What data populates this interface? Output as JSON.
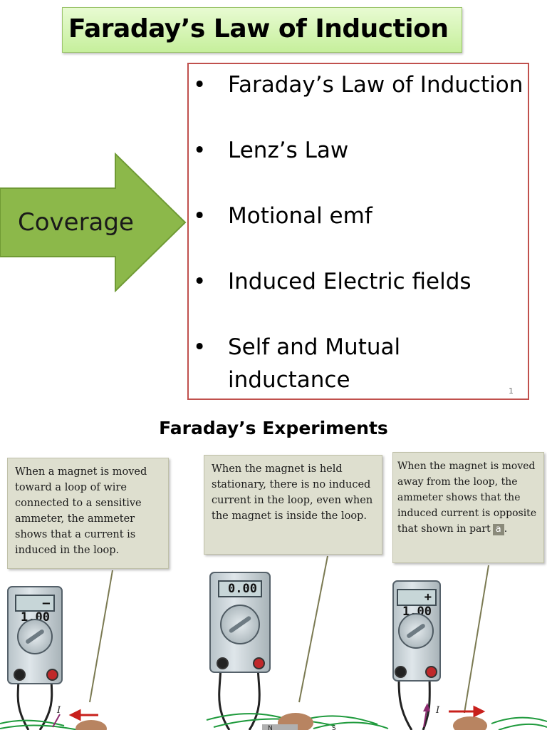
{
  "title": "Faraday’s Law of Induction",
  "arrow": {
    "label": "Coverage",
    "color": "#8cb84a"
  },
  "coverage_list": [
    {
      "bullet": "•",
      "text": "Faraday’s Law of Induction"
    },
    {
      "bullet": "•",
      "text": "Lenz’s Law"
    },
    {
      "bullet": "•",
      "text": "Motional emf"
    },
    {
      "bullet": "•",
      "text": "Induced Electric fields"
    },
    {
      "bullet": "•",
      "text": "Self and Mutual inductance"
    }
  ],
  "page_number": "1",
  "experiments": {
    "title": "Faraday’s Experiments",
    "panels": [
      {
        "caption": "When a magnet is moved toward a loop of wire connected to a sensitive ammeter, the ammeter shows that a current is induced in the loop.",
        "reading": "– 1.00"
      },
      {
        "caption": "When the magnet is held stationary, there is no induced current in the loop, even when the magnet is inside the loop.",
        "reading": "0.00"
      },
      {
        "caption": "When the magnet is moved away from the loop, the ammeter shows that the induced current is opposite that shown in part",
        "part_tag": "a",
        "caption_end": ".",
        "reading": "+ 1.00"
      }
    ],
    "current_label": "I",
    "magnet_labels": {
      "north": "N",
      "south": "S"
    }
  }
}
